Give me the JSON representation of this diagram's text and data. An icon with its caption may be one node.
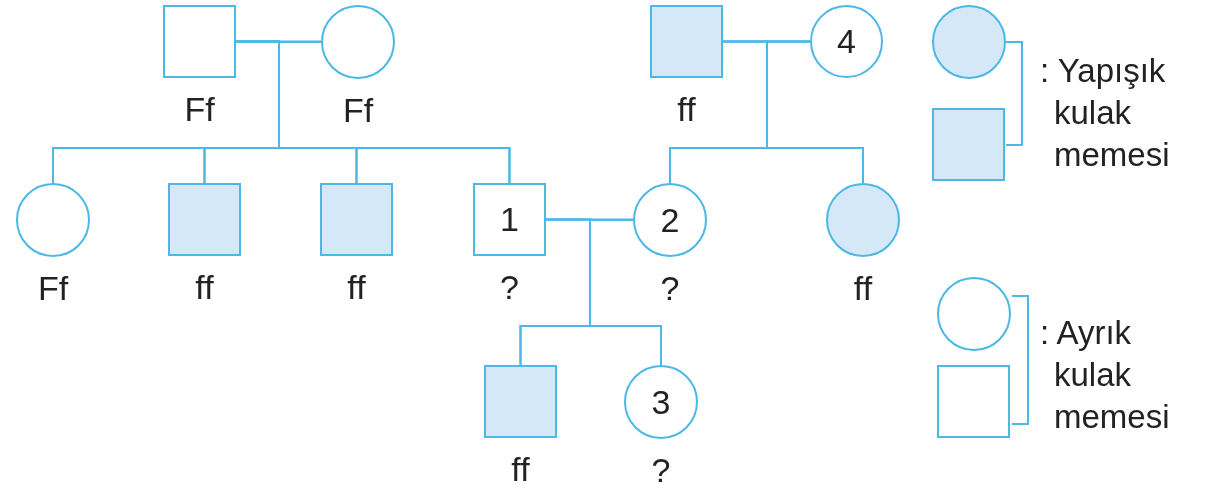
{
  "diagram": {
    "nodes": [
      {
        "text": [],
        "shape": "box",
        "beside": [
          "Ff"
        ]
      },
      {
        "text": [],
        "shape": "circle",
        "beside": [
          "Ff"
        ]
      },
      {
        "text": [],
        "shape": "box",
        "beside": [
          "ff"
        ]
      },
      {
        "text": [
          "4"
        ]
      },
      {
        "text": [],
        "shape": "circle",
        "beside": [
          "Ff"
        ]
      },
      {
        "text": [],
        "shape": "box",
        "beside": [
          "ff"
        ]
      },
      {
        "text": [],
        "shape": "box",
        "beside": [
          "ff"
        ]
      },
      {
        "text": [
          "1"
        ],
        "beside": [
          "?"
        ]
      },
      {
        "text": [
          "2"
        ],
        "beside": [
          "?"
        ]
      },
      {
        "text": [],
        "shape": "circle",
        "beside": [
          "ff"
        ]
      },
      {
        "text": [],
        "shape": "box",
        "beside": [
          "ff"
        ]
      },
      {
        "text": [
          "3"
        ],
        "beside": [
          "?"
        ]
      }
    ],
    "edges": [
      {
        "from": 0,
        "to": 1,
        "arrow": "none"
      },
      {
        "from": 0,
        "to": 4,
        "arrow": "none"
      },
      {
        "from": 0,
        "to": 5,
        "arrow": "none"
      },
      {
        "from": 0,
        "to": 6,
        "arrow": "none"
      },
      {
        "from": 0,
        "to": 7,
        "arrow": "none"
      },
      {
        "from": 1,
        "to": 4,
        "arrow": "none"
      },
      {
        "from": 1,
        "to": 5,
        "arrow": "none"
      },
      {
        "from": 1,
        "to": 6,
        "arrow": "none"
      },
      {
        "from": 1,
        "to": 7,
        "arrow": "none"
      },
      {
        "from": 2,
        "to": 3,
        "arrow": "none"
      },
      {
        "from": 2,
        "to": 8,
        "arrow": "none"
      },
      {
        "from": 2,
        "to": 9,
        "arrow": "none"
      },
      {
        "from": 3,
        "to": 8,
        "arrow": "none"
      },
      {
        "from": 3,
        "to": 9,
        "arrow": "none"
      },
      {
        "from": 7,
        "to": 8,
        "arrow": "none"
      },
      {
        "from": 7,
        "to": 10,
        "arrow": "none"
      },
      {
        "from": 7,
        "to": 11,
        "arrow": "none"
      },
      {
        "from": 8,
        "to": 10,
        "arrow": "none"
      },
      {
        "from": 8,
        "to": 11,
        "arrow": "none"
      }
    ],
    "legend": [
      {
        "text": ": Yapışık kulak memesi",
        "color": "#d4e8f7"
      },
      {
        "text": ": Ayrık kulak memesi",
        "color": "#ffffff"
      }
    ]
  }
}
